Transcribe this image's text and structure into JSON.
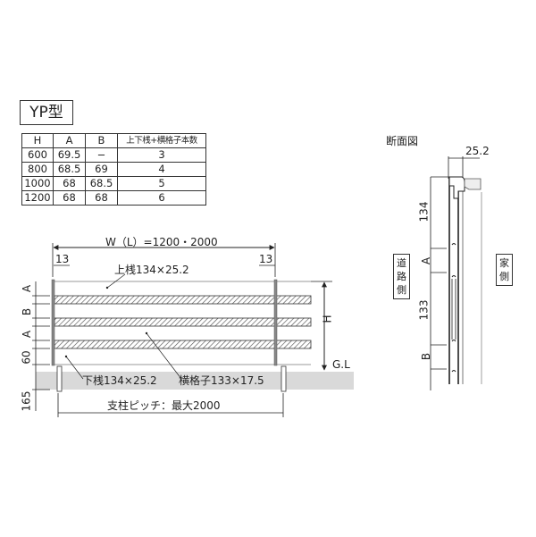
{
  "type_label": "YP型",
  "spec_table": {
    "headers": [
      "H",
      "A",
      "B",
      "上下桟+横格子本数"
    ],
    "rows": [
      [
        "600",
        "69.5",
        "−",
        "3"
      ],
      [
        "800",
        "68.5",
        "69",
        "4"
      ],
      [
        "1000",
        "68",
        "68.5",
        "5"
      ],
      [
        "1200",
        "68",
        "68",
        "6"
      ]
    ]
  },
  "elevation": {
    "width_label": "W（L）=1200・2000",
    "left_offset": "13",
    "right_offset": "13",
    "top_rail_label": "上桟134×25.2",
    "bottom_rail_label": "下桟134×25.2",
    "lattice_label": "横格子133×17.5",
    "post_pitch_label": "支柱ピッチ：最大2000",
    "height_label": "H",
    "ground_label": "G.L",
    "dim_a1": "A",
    "dim_b": "B",
    "dim_a2": "A",
    "dim_60": "60",
    "dim_165": "165"
  },
  "section": {
    "title": "断面図",
    "depth_label": "25.2",
    "dim_134": "134",
    "dim_a": "A",
    "dim_133": "133",
    "dim_b": "B",
    "road_side_label": "道路側",
    "house_side_label": "家側"
  },
  "colors": {
    "line": "#333333",
    "hatch": "#555555",
    "ground": "#d9d9d9",
    "post": "#888888"
  }
}
